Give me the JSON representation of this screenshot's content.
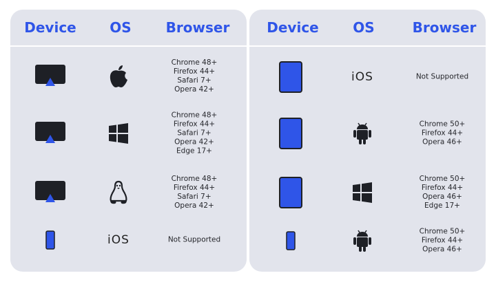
{
  "colors": {
    "accent": "#2f55e8",
    "device_blue": "#2f55e8",
    "panel_bg": "#e2e4ec",
    "dark": "#1e2026"
  },
  "left": {
    "headers": {
      "device": "Device",
      "os": "OS",
      "browser": "Browser"
    },
    "rows": [
      {
        "device": "desktop-monitor-icon",
        "os": "apple-icon",
        "browsers": [
          "Chrome 48+",
          "Firefox 44+",
          "Safari 7+",
          "Opera 42+"
        ]
      },
      {
        "device": "desktop-monitor-icon",
        "os": "windows-icon",
        "browsers": [
          "Chrome 48+",
          "Firefox 44+",
          "Safari 7+",
          "Opera 42+",
          "Edge 17+"
        ]
      },
      {
        "device": "desktop-monitor-icon",
        "os": "linux-icon",
        "browsers": [
          "Chrome 48+",
          "Firefox 44+",
          "Safari 7+",
          "Opera 42+"
        ]
      },
      {
        "device": "phone-icon",
        "os_text": "iOS",
        "browsers": [
          "Not Supported"
        ]
      }
    ]
  },
  "right": {
    "headers": {
      "device": "Device",
      "os": "OS",
      "browser": "Browser"
    },
    "rows": [
      {
        "device": "tablet-icon",
        "os_text": "iOS",
        "browsers": [
          "Not Supported"
        ]
      },
      {
        "device": "tablet-icon",
        "os": "android-icon",
        "browsers": [
          "Chrome 50+",
          "Firefox 44+",
          "Opera 46+"
        ]
      },
      {
        "device": "tablet-icon",
        "os": "windows-icon",
        "browsers": [
          "Chrome 50+",
          "Firefox 44+",
          "Opera 46+",
          "Edge 17+"
        ]
      },
      {
        "device": "phone-icon",
        "os": "android-icon",
        "browsers": [
          "Chrome 50+",
          "Firefox 44+",
          "Opera 46+"
        ]
      }
    ]
  }
}
